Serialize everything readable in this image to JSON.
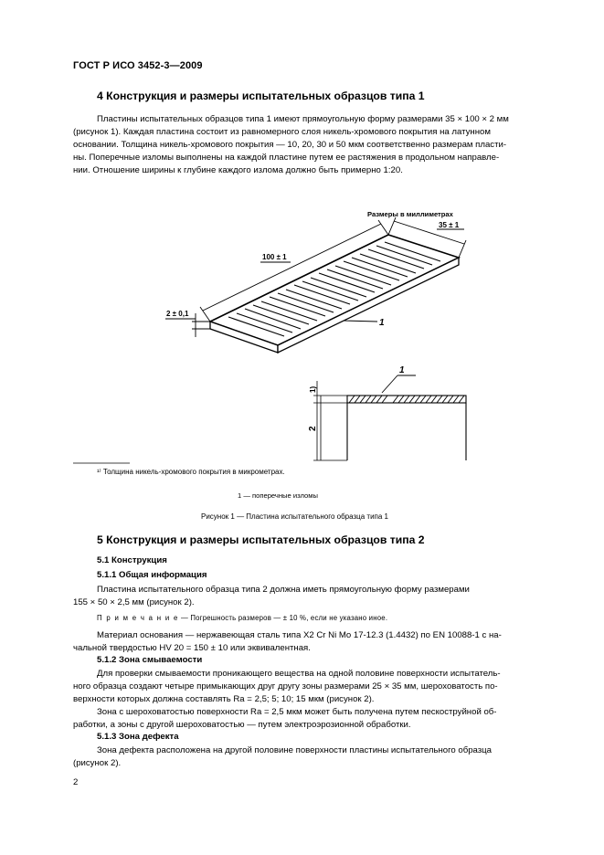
{
  "header": "ГОСТ Р ИСО 3452-3—2009",
  "section4": {
    "title": "4  Конструкция и размеры испытательных образцов типа 1",
    "lines": [
      "Пластины испытательных образцов типа 1 имеют прямоугольную форму размерами 35 × 100 × 2 мм",
      "(рисунок 1). Каждая пластина состоит из равномерного слоя никель-хромового покрытия на латунном",
      "основании. Толщина никель-хромового покрытия — 10, 20, 30 и 50 мкм соответственно размерам пласти-",
      "ны. Поперечные изломы выполнены на каждой пластине путем ее растяжения в продольном направле-",
      "нии. Отношение ширины к глубине каждого излома должно быть примерно 1:20."
    ]
  },
  "figure1": {
    "units_note": "Размеры в миллиметрах",
    "dim_length": "100 ± 1",
    "dim_width": "35 ± 1",
    "dim_thickness": "2 ± 0,1",
    "callout": "1",
    "section_dim_coating": "1)",
    "section_dim_height": "2",
    "footnote": "¹⁾ Толщина никель-хромового покрытия в микрометрах.",
    "legend": "1 — поперечные изломы",
    "caption": "Рисунок 1 — Пластина испытательного образца типа 1"
  },
  "section5": {
    "title": "5  Конструкция и размеры испытательных образцов типа 2",
    "s51": "5.1  Конструкция",
    "s511": "5.1.1  Общая информация",
    "p511_l1": "Пластина испытательного образца типа 2 должна иметь прямоугольную форму размерами",
    "p511_l2": "155 × 50 × 2,5 мм (рисунок 2).",
    "note_label": "П р и м е ч а н и е",
    "note_text": " — Погрешность размеров — ± 10 %, если не указано иное.",
    "p_material_l1": "Материал основания — нержавеющая сталь типа X2 Cr Ni Mo 17-12.3 (1.4432) по EN 10088-1 с на-",
    "p_material_l2": "чальной твердостью HV 20 = 150 ± 10 или эквивалентная.",
    "s512": "5.1.2  Зона смываемости",
    "p512": [
      "Для проверки смываемости проникающего вещества на одной половине поверхности испытатель-",
      "ного образца создают четыре примыкающих друг другу зоны размерами 25 × 35 мм, шероховатость по-",
      "верхности которых должна составлять Ra = 2,5; 5; 10; 15 мкм (рисунок 2)."
    ],
    "p512b": [
      "Зона с шероховатостью поверхности Ra = 2,5 мкм может быть получена путем пескоструйной об-",
      "работки, а зоны с другой шероховатостью — путем электроэрозионной обработки."
    ],
    "s513": "5.1.3  Зона дефекта",
    "p513": [
      "Зона дефекта расположена на другой половине поверхности пластины испытательного образца",
      "(рисунок 2)."
    ]
  },
  "page_number": "2"
}
